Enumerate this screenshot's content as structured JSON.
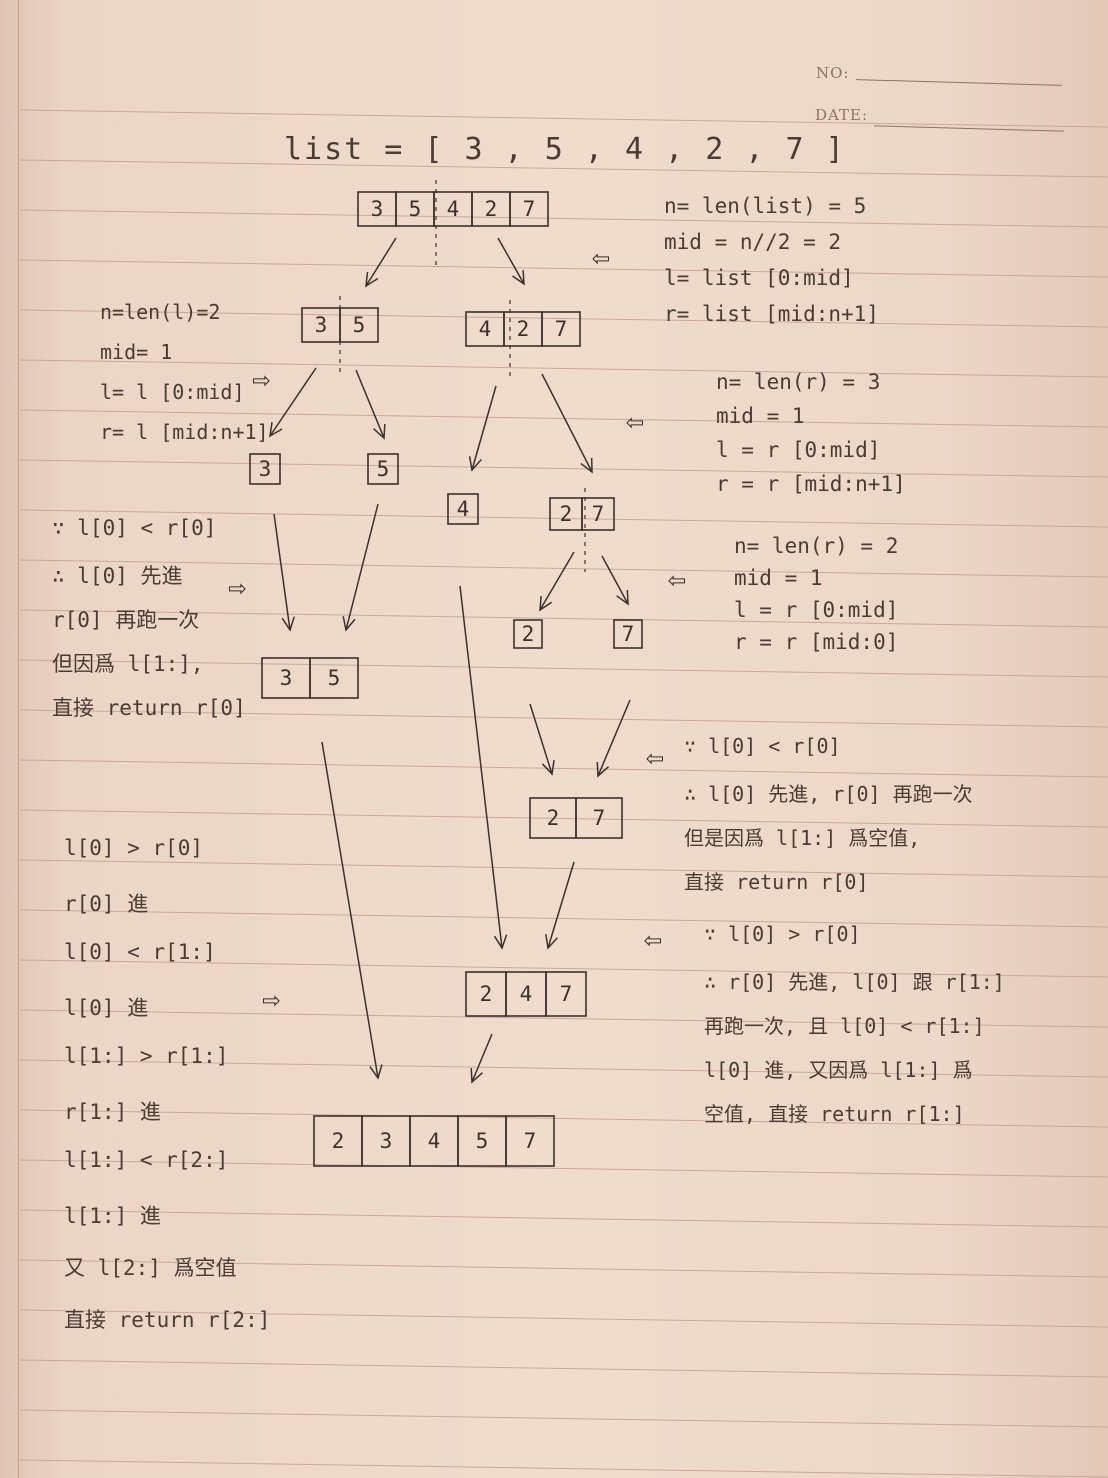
{
  "header": {
    "no_label": "NO:",
    "date_label": "DATE:"
  },
  "title": "list = [ 3 , 5 , 4 , 2 , 7 ]",
  "lists": {
    "top": [
      "3",
      "5",
      "4",
      "2",
      "7"
    ],
    "left2": [
      "3",
      "5"
    ],
    "right3": [
      "4",
      "2",
      "7"
    ],
    "s3": [
      "3"
    ],
    "s5": [
      "5"
    ],
    "s4": [
      "4"
    ],
    "s27": [
      "2",
      "7"
    ],
    "s2": [
      "2"
    ],
    "s7": [
      "7"
    ],
    "merge35": [
      "3",
      "5"
    ],
    "merge27": [
      "2",
      "7"
    ],
    "merge247": [
      "2",
      "4",
      "7"
    ],
    "final": [
      "2",
      "3",
      "4",
      "5",
      "7"
    ]
  },
  "notes": {
    "top_right": [
      "n= len(list) = 5",
      "mid = n//2 = 2",
      "l= list [0:mid]",
      "r= list [mid:n+1]"
    ],
    "left_split": [
      "n=len(l)=2",
      "mid= 1",
      "l= l [0:mid]",
      "r= l [mid:n+1]"
    ],
    "right_split": [
      "n= len(r) = 3",
      "mid = 1",
      "l = r [0:mid]",
      "r = r [mid:n+1]"
    ],
    "right_split2": [
      "n= len(r) = 2",
      "mid = 1",
      "l = r [0:mid]",
      "r = r [mid:0]"
    ],
    "left_merge": [
      "∵ l[0] < r[0]",
      "∴ l[0] 先進",
      "r[0] 再跑一次",
      "但因爲 l[1:],",
      "直接 return r[0]"
    ],
    "right_merge1": [
      "∵ l[0] < r[0]",
      "∴ l[0] 先進, r[0] 再跑一次",
      "但是因爲 l[1:] 爲空值,",
      "直接 return r[0]"
    ],
    "right_merge2": [
      "∵ l[0] > r[0]",
      "∴ r[0] 先進, l[0] 跟 r[1:]",
      "再跑一次, 且 l[0] < r[1:]",
      "l[0] 進, 又因爲 l[1:] 爲",
      "空值, 直接 return r[1:]"
    ],
    "final_merge": [
      "l[0] > r[0]",
      "r[0] 進",
      "l[0] < r[1:]",
      "l[0] 進",
      "l[1:] > r[1:]",
      "r[1:] 進",
      "l[1:] < r[2:]",
      "l[1:] 進",
      "又 l[2:] 爲空值",
      "直接 return r[2:]"
    ]
  }
}
